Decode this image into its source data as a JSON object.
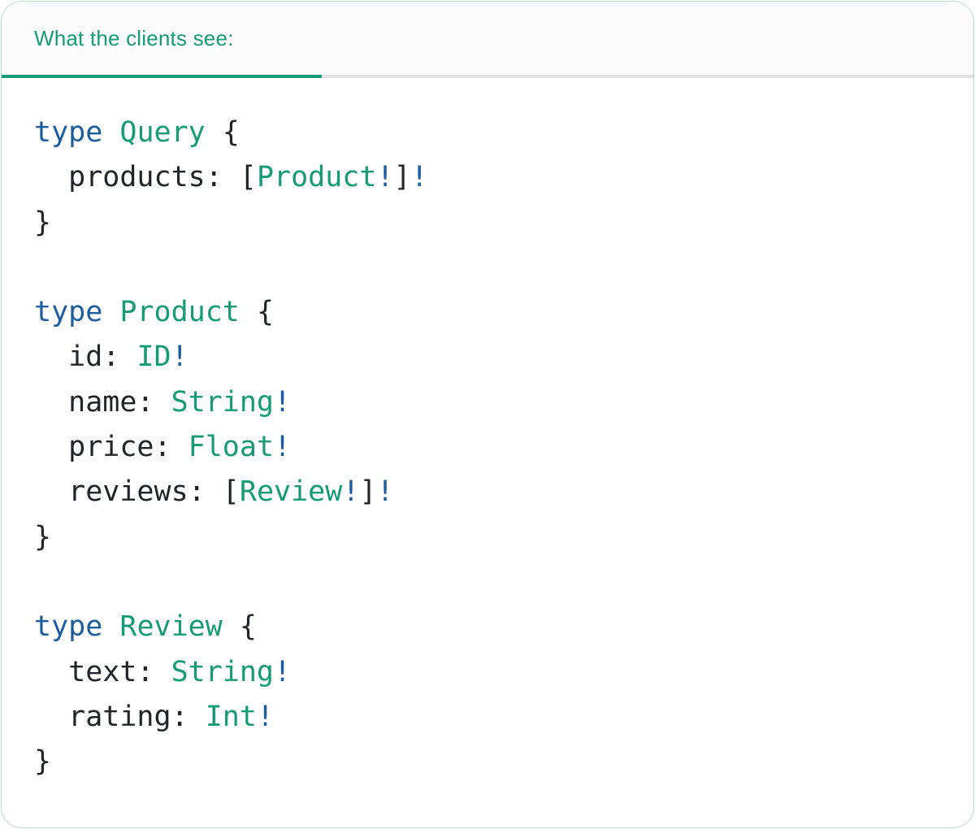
{
  "tab": {
    "label": "What the clients see:"
  },
  "colors": {
    "accent_green": "#169b76",
    "keyword_blue": "#1d5c9e",
    "punct_dark": "#212529",
    "divider_gray": "#e3e3e3",
    "header_bg": "#fbfbfb",
    "card_border": "#b7dcc9",
    "card_bg": "#ffffff"
  },
  "code": {
    "language": "graphql",
    "lines": [
      [
        {
          "t": "type",
          "c": "kw"
        },
        {
          "t": " ",
          "c": "pl"
        },
        {
          "t": "Query",
          "c": "ty"
        },
        {
          "t": " {",
          "c": "pl"
        }
      ],
      [
        {
          "t": "  products: [",
          "c": "pl"
        },
        {
          "t": "Product",
          "c": "ty"
        },
        {
          "t": "!",
          "c": "kw"
        },
        {
          "t": "]",
          "c": "pl"
        },
        {
          "t": "!",
          "c": "kw"
        }
      ],
      [
        {
          "t": "}",
          "c": "pl"
        }
      ],
      [],
      [
        {
          "t": "type",
          "c": "kw"
        },
        {
          "t": " ",
          "c": "pl"
        },
        {
          "t": "Product",
          "c": "ty"
        },
        {
          "t": " {",
          "c": "pl"
        }
      ],
      [
        {
          "t": "  id: ",
          "c": "pl"
        },
        {
          "t": "ID",
          "c": "ty"
        },
        {
          "t": "!",
          "c": "kw"
        }
      ],
      [
        {
          "t": "  name: ",
          "c": "pl"
        },
        {
          "t": "String",
          "c": "ty"
        },
        {
          "t": "!",
          "c": "kw"
        }
      ],
      [
        {
          "t": "  price: ",
          "c": "pl"
        },
        {
          "t": "Float",
          "c": "ty"
        },
        {
          "t": "!",
          "c": "kw"
        }
      ],
      [
        {
          "t": "  reviews: [",
          "c": "pl"
        },
        {
          "t": "Review",
          "c": "ty"
        },
        {
          "t": "!",
          "c": "kw"
        },
        {
          "t": "]",
          "c": "pl"
        },
        {
          "t": "!",
          "c": "kw"
        }
      ],
      [
        {
          "t": "}",
          "c": "pl"
        }
      ],
      [],
      [
        {
          "t": "type",
          "c": "kw"
        },
        {
          "t": " ",
          "c": "pl"
        },
        {
          "t": "Review",
          "c": "ty"
        },
        {
          "t": " {",
          "c": "pl"
        }
      ],
      [
        {
          "t": "  text: ",
          "c": "pl"
        },
        {
          "t": "String",
          "c": "ty"
        },
        {
          "t": "!",
          "c": "kw"
        }
      ],
      [
        {
          "t": "  rating: ",
          "c": "pl"
        },
        {
          "t": "Int",
          "c": "ty"
        },
        {
          "t": "!",
          "c": "kw"
        }
      ],
      [
        {
          "t": "}",
          "c": "pl"
        }
      ]
    ]
  }
}
